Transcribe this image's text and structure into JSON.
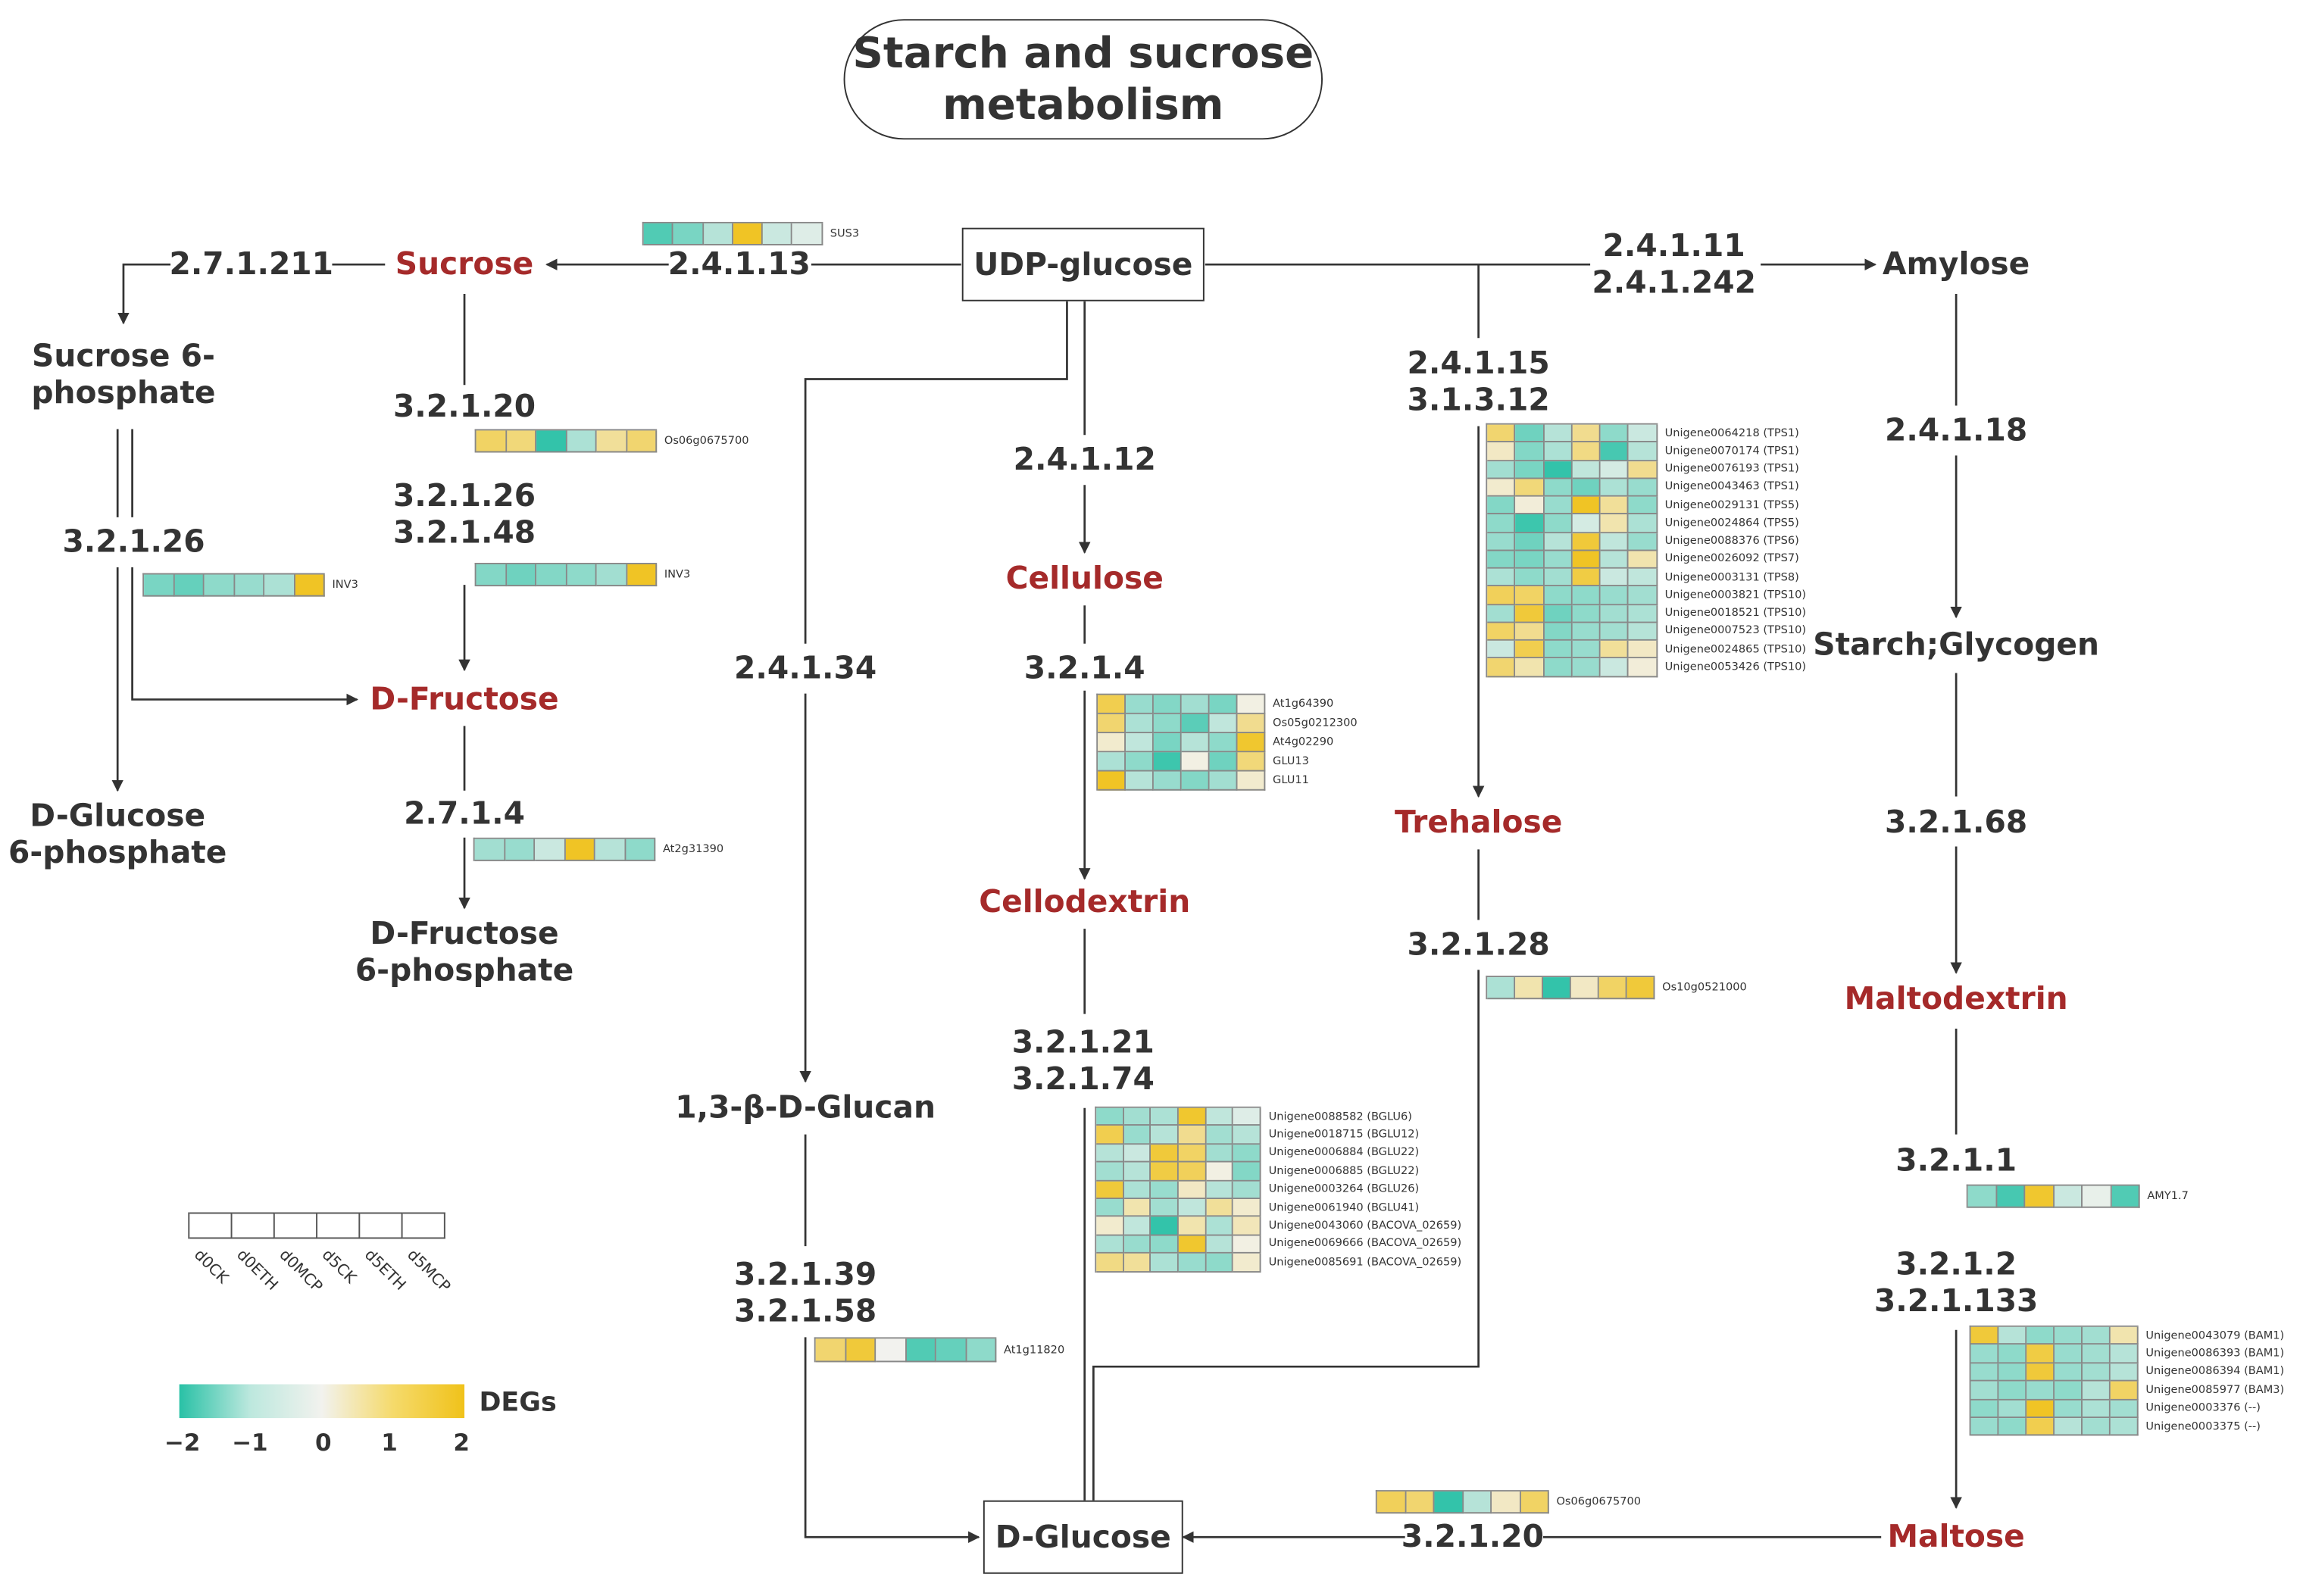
{
  "title": "Starch and sucrose\nmetabolism",
  "colors": {
    "metabolite_red": "#a52a2a",
    "text": "#333333",
    "down": "#29c1a6",
    "mid": "#f2f2ee",
    "up": "#f0c21a"
  },
  "nodes": {
    "udp_glucose": "UDP-glucose",
    "d_glucose": "D-Glucose",
    "sucrose": "Sucrose",
    "sucrose6p": "Sucrose 6-\nphosphate",
    "d_fructose": "D-Fructose",
    "d_glucose6p": "D-Glucose\n6-phosphate",
    "d_fructose6p": "D-Fructose\n6-phosphate",
    "cellulose": "Cellulose",
    "cellodextrin": "Cellodextrin",
    "glucan": "1,3-β-D-Glucan",
    "trehalose": "Trehalose",
    "amylose": "Amylose",
    "starch": "Starch;Glycogen",
    "maltodextrin": "Maltodextrin",
    "maltose": "Maltose"
  },
  "enzymes": {
    "e_2_7_1_211": "2.7.1.211",
    "e_2_4_1_13": "2.4.1.13",
    "e_3_2_1_20a": "3.2.1.20",
    "e_3_2_1_26_48": "3.2.1.26\n3.2.1.48",
    "e_3_2_1_26": "3.2.1.26",
    "e_2_7_1_4": "2.7.1.4",
    "e_2_4_1_12": "2.4.1.12",
    "e_3_2_1_4": "3.2.1.4",
    "e_2_4_1_34": "2.4.1.34",
    "e_3_2_1_21_74": "3.2.1.21\n3.2.1.74",
    "e_3_2_1_39_58": "3.2.1.39\n3.2.1.58",
    "e_2_4_1_15": "2.4.1.15\n3.1.3.12",
    "e_3_2_1_28": "3.2.1.28",
    "e_2_4_1_11": "2.4.1.11\n2.4.1.242",
    "e_2_4_1_18": "2.4.1.18",
    "e_3_2_1_68": "3.2.1.68",
    "e_3_2_1_1": "3.2.1.1",
    "e_3_2_1_2_133": "3.2.1.2\n3.2.1.133",
    "e_3_2_1_20b": "3.2.1.20"
  },
  "heatmaps": {
    "sus3": {
      "genes": [
        "SUS3"
      ],
      "values": [
        [
          -1.6,
          -1.2,
          -0.6,
          1.9,
          -0.4,
          -0.2
        ]
      ]
    },
    "os06_sucrose": {
      "genes": [
        "Os06g0675700"
      ],
      "values": [
        [
          1.3,
          1.1,
          -1.9,
          -0.7,
          0.8,
          1.2
        ]
      ]
    },
    "inv3_right": {
      "genes": [
        "INV3"
      ],
      "values": [
        [
          -1.1,
          -1.3,
          -1.1,
          -1.0,
          -0.8,
          1.9
        ]
      ]
    },
    "inv3_left": {
      "genes": [
        "INV3"
      ],
      "values": [
        [
          -1.2,
          -1.4,
          -1.0,
          -0.9,
          -0.7,
          1.9
        ]
      ]
    },
    "at2g31390": {
      "genes": [
        "At2g31390"
      ],
      "values": [
        [
          -0.8,
          -0.9,
          -0.4,
          1.9,
          -0.6,
          -1.0
        ]
      ]
    },
    "cellulase": {
      "genes": [
        "At1g64390",
        "Os05g0212300",
        "At4g02290",
        "GLU13",
        "GLU11"
      ],
      "values": [
        [
          1.5,
          -0.9,
          -1.1,
          -0.8,
          -1.2,
          0.1
        ],
        [
          1.2,
          -0.7,
          -1.0,
          -1.5,
          -0.5,
          0.9
        ],
        [
          0.3,
          -0.5,
          -1.2,
          -0.6,
          -1.0,
          1.8
        ],
        [
          -0.7,
          -1.0,
          -1.8,
          0.1,
          -1.3,
          1.1
        ],
        [
          1.9,
          -0.6,
          -0.9,
          -1.1,
          -0.8,
          0.3
        ]
      ]
    },
    "tps": {
      "genes": [
        "Unigene0064218 (TPS1)",
        "Unigene0070174 (TPS1)",
        "Unigene0076193 (TPS1)",
        "Unigene0043463 (TPS1)",
        "Unigene0029131 (TPS5)",
        "Unigene0024864 (TPS5)",
        "Unigene0088376 (TPS6)",
        "Unigene0026092 (TPS7)",
        "Unigene0003131 (TPS8)",
        "Unigene0003821 (TPS10)",
        "Unigene0018521 (TPS10)",
        "Unigene0007523 (TPS10)",
        "Unigene0024865 (TPS10)",
        "Unigene0053426 (TPS10)"
      ],
      "values": [
        [
          1.2,
          -1.3,
          -0.6,
          0.9,
          -1.0,
          -0.4
        ],
        [
          0.4,
          -1.1,
          -0.7,
          1.0,
          -1.7,
          -0.6
        ],
        [
          -0.8,
          -1.2,
          -1.9,
          -0.5,
          -0.3,
          0.9
        ],
        [
          0.3,
          1.1,
          -1.0,
          -1.3,
          -0.7,
          -0.9
        ],
        [
          -1.1,
          0.2,
          -0.9,
          1.9,
          0.8,
          -1.0
        ],
        [
          -1.0,
          -1.8,
          -1.0,
          -0.3,
          0.6,
          -0.7
        ],
        [
          -0.9,
          -1.3,
          -0.6,
          1.7,
          -0.5,
          -0.9
        ],
        [
          -1.1,
          -1.2,
          -0.9,
          1.9,
          -0.6,
          0.6
        ],
        [
          -0.7,
          -1.0,
          -0.8,
          1.6,
          -0.4,
          -0.5
        ],
        [
          1.4,
          1.3,
          -1.0,
          -1.0,
          -0.9,
          -0.8
        ],
        [
          -0.8,
          1.7,
          -1.3,
          -1.0,
          -0.8,
          -0.7
        ],
        [
          1.3,
          0.9,
          -1.1,
          -0.9,
          -0.8,
          -0.6
        ],
        [
          -0.4,
          1.5,
          -1.0,
          -0.9,
          0.8,
          0.4
        ],
        [
          1.2,
          0.6,
          -1.0,
          -0.9,
          -0.4,
          0.2
        ]
      ]
    },
    "os10g": {
      "genes": [
        "Os10g0521000"
      ],
      "values": [
        [
          -0.7,
          0.6,
          -1.9,
          0.4,
          1.3,
          1.7
        ]
      ]
    },
    "bglu": {
      "genes": [
        "Unigene0088582 (BGLU6)",
        "Unigene0018715 (BGLU12)",
        "Unigene0006884 (BGLU22)",
        "Unigene0006885 (BGLU22)",
        "Unigene0003264 (BGLU26)",
        "Unigene0061940 (BGLU41)",
        "Unigene0043060 (BACOVA_02659)",
        "Unigene0069666 (BACOVA_02659)",
        "Unigene0085691 (BACOVA_02659)"
      ],
      "values": [
        [
          -1.0,
          -0.8,
          -0.7,
          1.8,
          -0.5,
          -0.2
        ],
        [
          1.5,
          -0.9,
          -0.6,
          0.9,
          -0.8,
          -0.6
        ],
        [
          -0.6,
          -0.4,
          1.7,
          1.3,
          -0.8,
          -1.0
        ],
        [
          -0.8,
          -0.6,
          1.6,
          1.4,
          0.1,
          -1.1
        ],
        [
          1.7,
          -0.7,
          -0.9,
          0.4,
          -0.6,
          -0.8
        ],
        [
          -0.9,
          0.6,
          -0.8,
          -0.5,
          0.8,
          0.3
        ],
        [
          0.3,
          -0.5,
          -1.9,
          0.6,
          -0.7,
          0.5
        ],
        [
          -0.7,
          -0.9,
          -1.0,
          1.8,
          -0.6,
          0.1
        ],
        [
          1.0,
          0.8,
          -0.7,
          -0.9,
          -1.0,
          0.3
        ]
      ]
    },
    "at1g11820": {
      "genes": [
        "At1g11820"
      ],
      "values": [
        [
          1.2,
          1.7,
          0.0,
          -1.6,
          -1.4,
          -1.0
        ]
      ]
    },
    "amy": {
      "genes": [
        "AMY1.7"
      ],
      "values": [
        [
          -1.0,
          -1.7,
          1.8,
          -0.4,
          -0.1,
          -1.6
        ]
      ]
    },
    "bam": {
      "genes": [
        "Unigene0043079 (BAM1)",
        "Unigene0086393 (BAM1)",
        "Unigene0086394 (BAM1)",
        "Unigene0085977 (BAM3)",
        "Unigene0003376 (--)",
        "Unigene0003375 (--)"
      ],
      "values": [
        [
          1.7,
          -0.6,
          -1.0,
          -0.9,
          -0.8,
          0.6
        ],
        [
          -0.9,
          -1.0,
          1.6,
          -0.9,
          -0.8,
          -0.6
        ],
        [
          -0.9,
          -1.0,
          1.7,
          -0.9,
          -0.8,
          -0.6
        ],
        [
          -0.8,
          -1.0,
          -0.9,
          -1.0,
          -0.6,
          1.3
        ],
        [
          -1.0,
          -0.8,
          1.9,
          -0.9,
          -0.7,
          -0.8
        ],
        [
          -0.9,
          -1.0,
          1.5,
          -0.6,
          -0.8,
          -0.7
        ]
      ]
    },
    "os06_maltose": {
      "genes": [
        "Os06g0675700"
      ],
      "values": [
        [
          1.4,
          1.2,
          -1.9,
          -0.6,
          0.4,
          1.3
        ]
      ]
    }
  },
  "legend": {
    "samples": [
      "d0CK",
      "d0ETH",
      "d0MCP",
      "d5CK",
      "d5ETH",
      "d5MCP"
    ],
    "colorbar_title": "DEGs",
    "ticks": [
      "−2",
      "−1",
      "0",
      "1",
      "2"
    ],
    "range": [
      -2,
      2
    ]
  }
}
